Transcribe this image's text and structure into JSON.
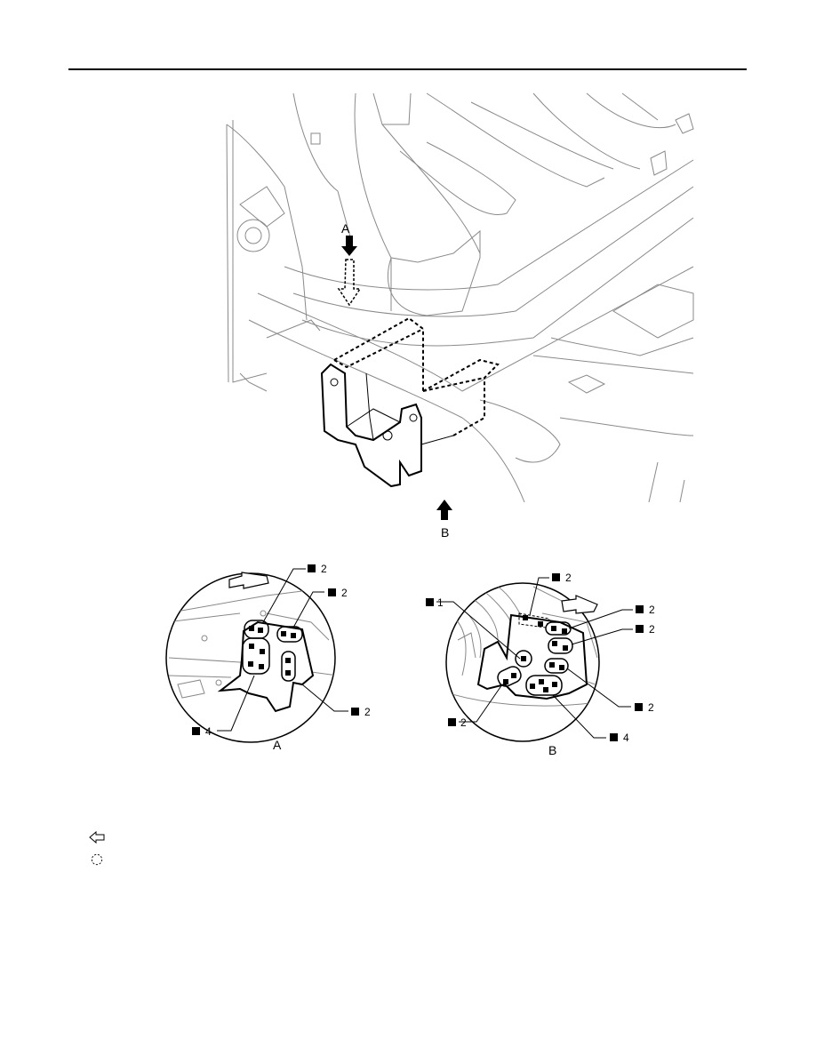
{
  "figure": {
    "view_labels": {
      "arrow_a": "A",
      "arrow_b": "B",
      "detail_a_caption": "A",
      "detail_b_caption": "B"
    },
    "detail_a_callouts": [
      {
        "id": "a-top-left",
        "count": "2"
      },
      {
        "id": "a-top-right",
        "count": "2"
      },
      {
        "id": "a-right",
        "count": "2"
      },
      {
        "id": "a-bottom-left",
        "count": "4"
      }
    ],
    "detail_b_callouts": [
      {
        "id": "b-top",
        "count": "2"
      },
      {
        "id": "b-left",
        "count": "1"
      },
      {
        "id": "b-right-1",
        "count": "2"
      },
      {
        "id": "b-right-2",
        "count": "2"
      },
      {
        "id": "b-right-3",
        "count": "2"
      },
      {
        "id": "b-bottom-left",
        "count": "2"
      },
      {
        "id": "b-bottom-right",
        "count": "4"
      }
    ]
  },
  "legend": {
    "items": [
      {
        "icon": "hollow-arrow-icon",
        "text": ""
      },
      {
        "icon": "dashed-circle-icon",
        "text": ""
      }
    ]
  }
}
